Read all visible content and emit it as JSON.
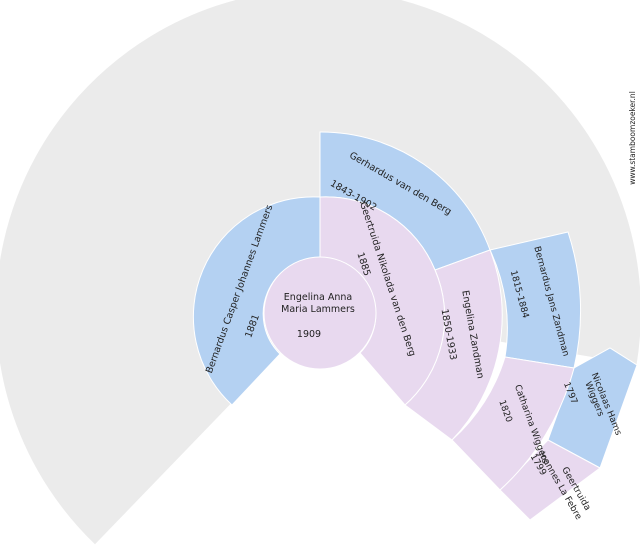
{
  "root": {
    "name_line1": "Engelina Anna",
    "name_line2": "Maria Lammers",
    "year": "1909"
  },
  "father": {
    "name": "Bernardus Casper Johannes Lammers",
    "year": "1881"
  },
  "mother": {
    "name": "Geertruida Nikolada van den Berg",
    "year": "1885"
  },
  "maternal_grandfather": {
    "name": "Gerhardus van den Berg",
    "years": "1843-1902"
  },
  "maternal_grandmother": {
    "name": "Engelina Zandman",
    "years": "1850-1933"
  },
  "gg_father": {
    "name": "Bernardus Jans Zandman",
    "years": "1815-1884"
  },
  "gg_mother": {
    "name": "Catharina Wiggers",
    "years": "1820"
  },
  "ggg_father": {
    "name_line1": "Nicolaas Hams",
    "name_line2": "Wiggers",
    "years": "1797"
  },
  "ggg_mother": {
    "name_line1": "Geertruida",
    "name_line2": "Joannes La Febre",
    "years": "1799"
  },
  "credit": "www.stamboomzoeker.nl",
  "colors": {
    "male": "#b4d1f2",
    "female": "#e8d9ef",
    "empty": "#ebebeb"
  }
}
